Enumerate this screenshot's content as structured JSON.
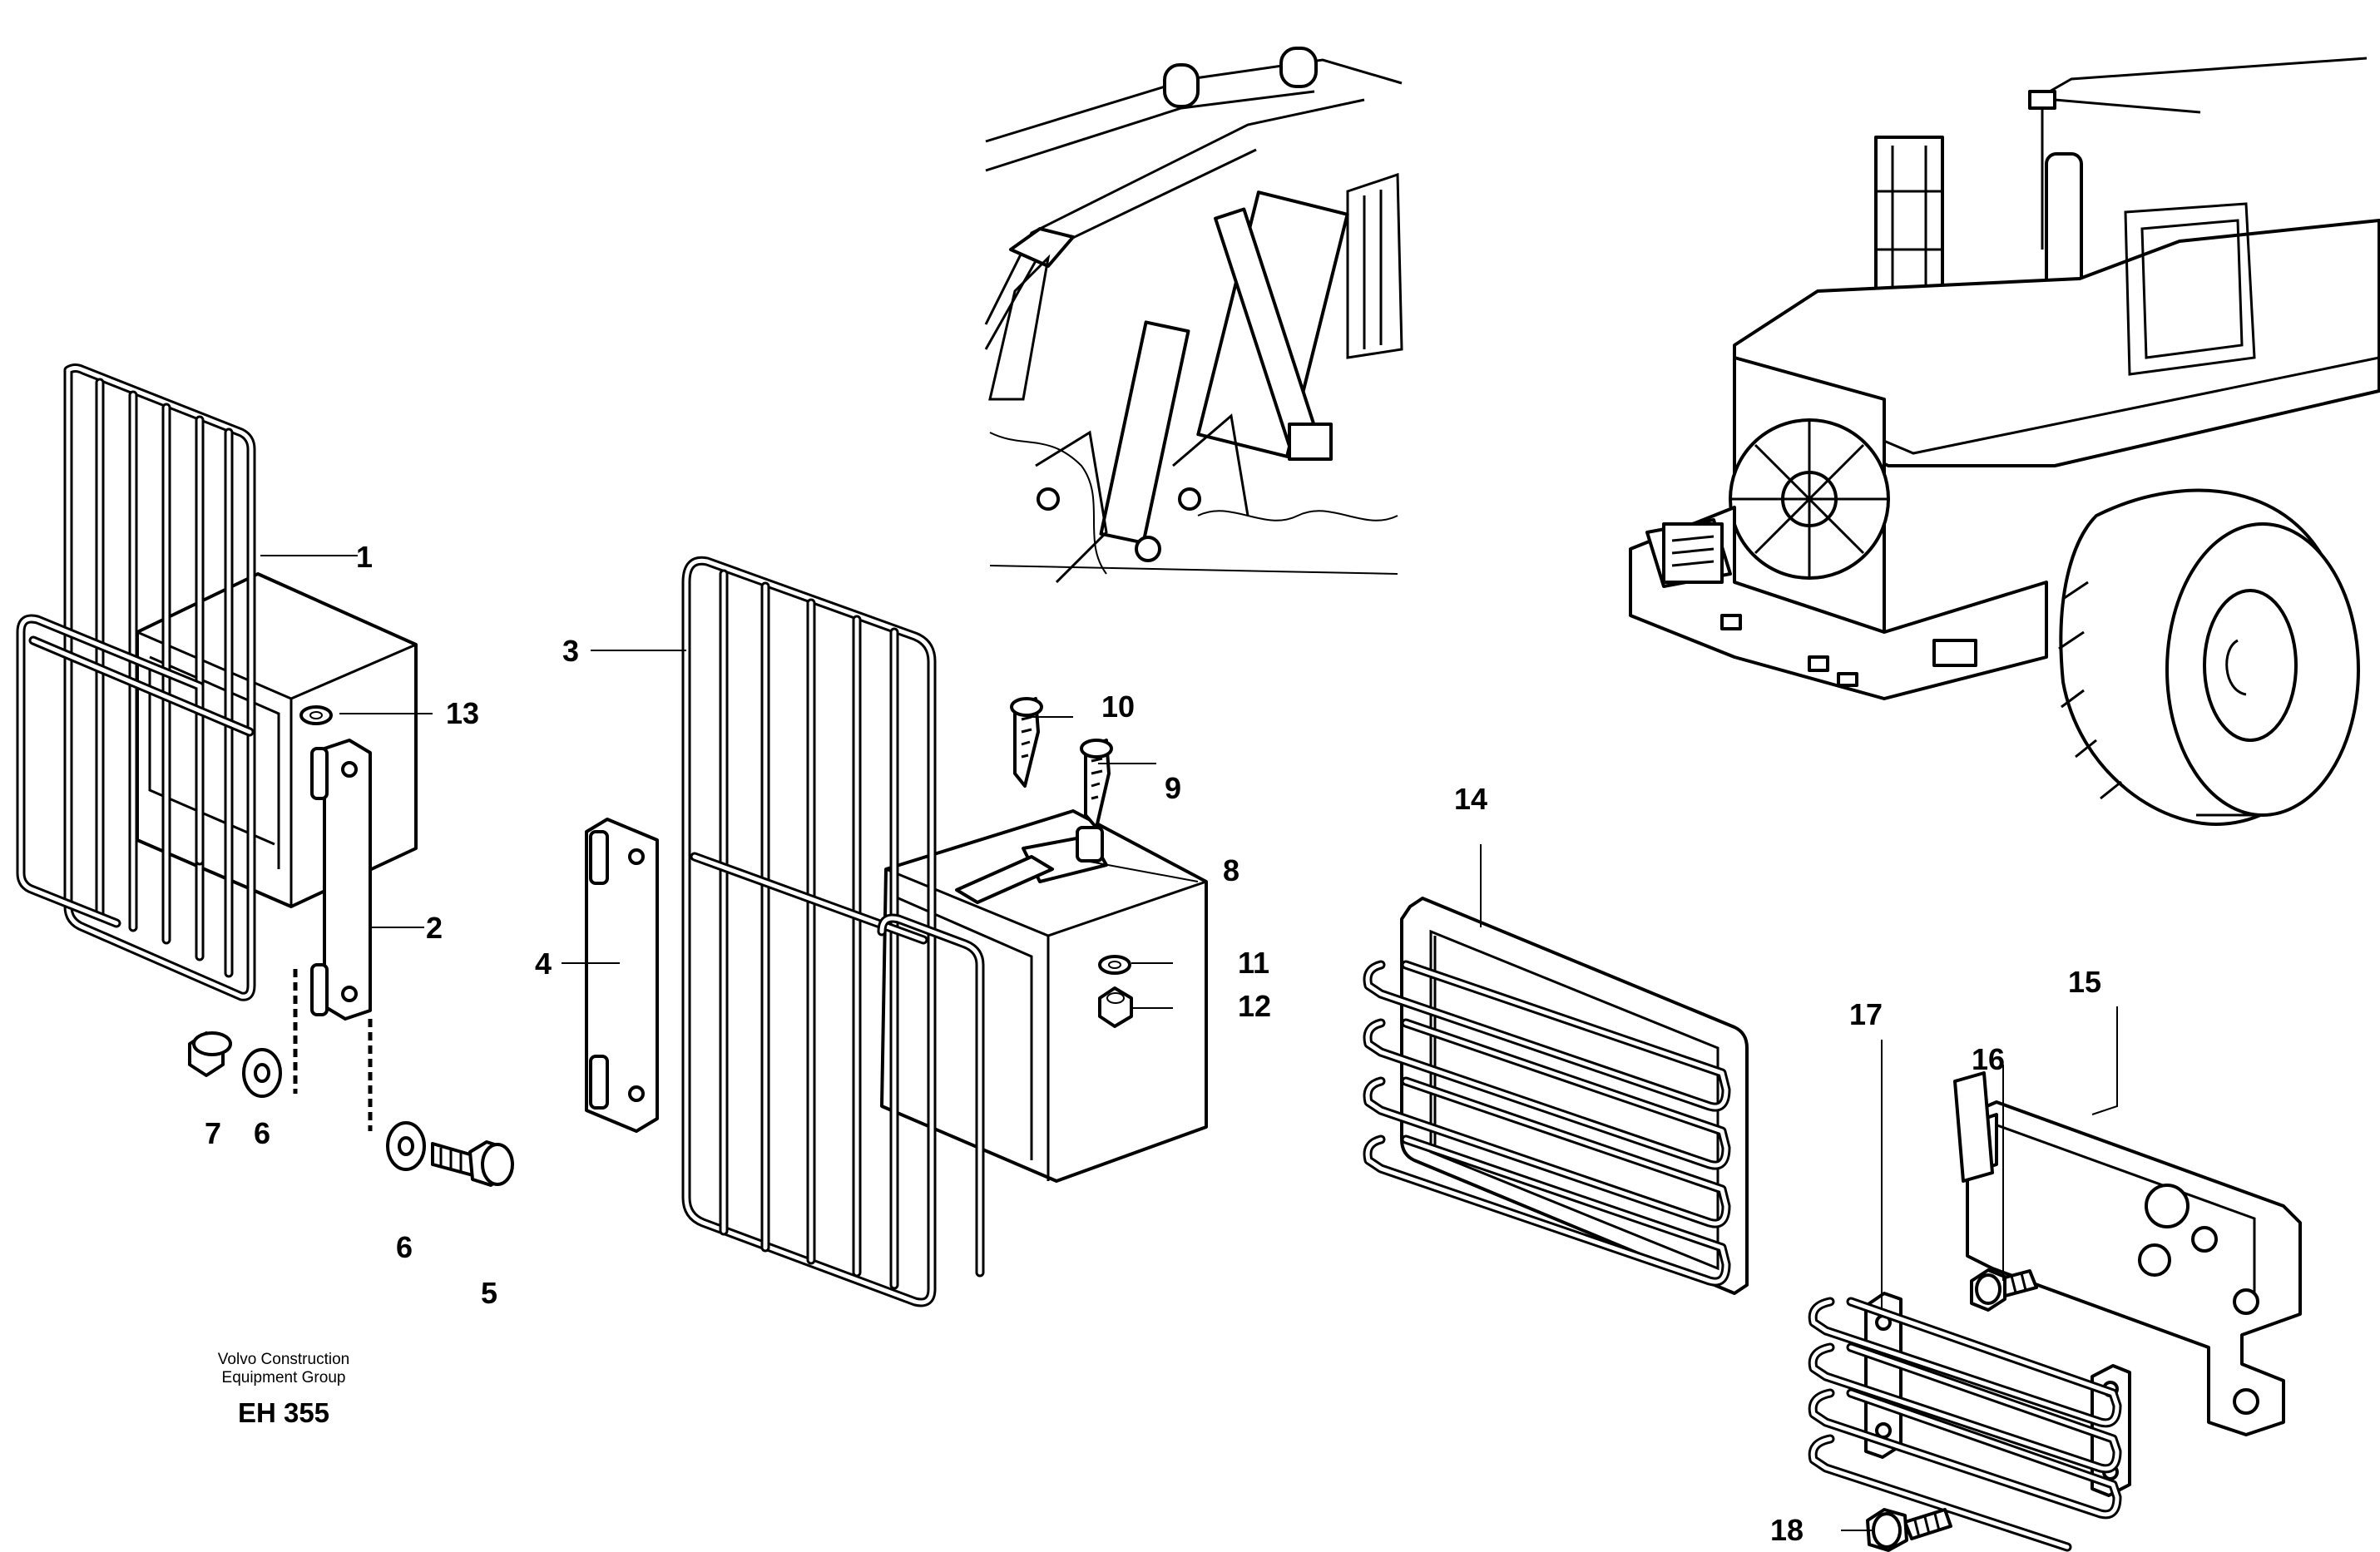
{
  "caption": {
    "line1": "Volvo Construction",
    "line2": "Equipment Group",
    "code": "EH 355"
  },
  "callouts": [
    {
      "id": "1",
      "text": "1"
    },
    {
      "id": "2",
      "text": "2"
    },
    {
      "id": "3",
      "text": "3"
    },
    {
      "id": "4",
      "text": "4"
    },
    {
      "id": "5",
      "text": "5"
    },
    {
      "id": "6a",
      "text": "6"
    },
    {
      "id": "6b",
      "text": "6"
    },
    {
      "id": "7",
      "text": "7"
    },
    {
      "id": "8",
      "text": "8"
    },
    {
      "id": "9",
      "text": "9"
    },
    {
      "id": "10",
      "text": "10"
    },
    {
      "id": "11",
      "text": "11"
    },
    {
      "id": "12",
      "text": "12"
    },
    {
      "id": "13",
      "text": "13"
    },
    {
      "id": "14",
      "text": "14"
    },
    {
      "id": "15",
      "text": "15"
    },
    {
      "id": "16",
      "text": "16"
    },
    {
      "id": "17",
      "text": "17"
    },
    {
      "id": "18",
      "text": "18"
    }
  ]
}
